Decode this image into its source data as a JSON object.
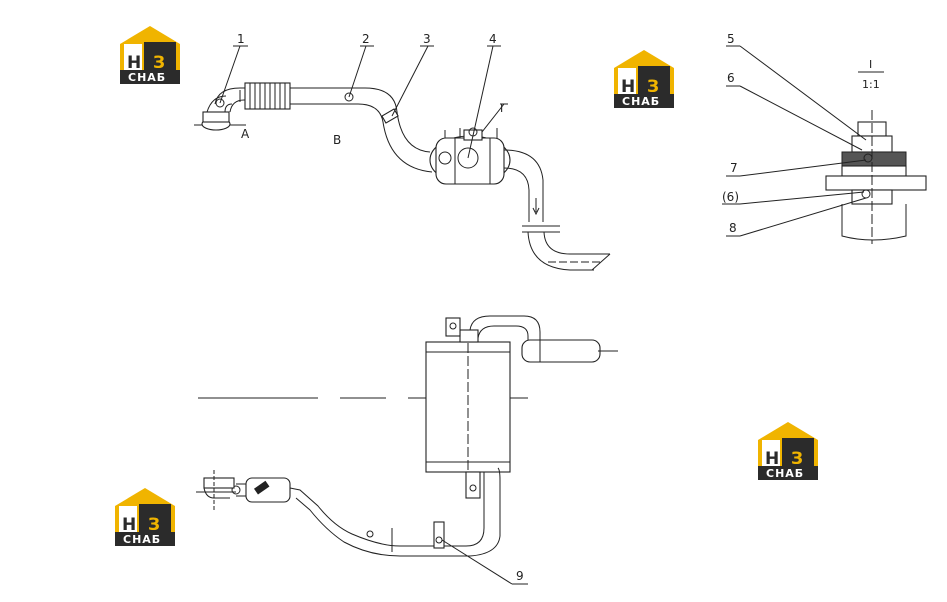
{
  "logo": {
    "name_text": "СНАБ",
    "mark_left": "Н",
    "mark_right": "З",
    "colors": {
      "yellow": "#f0b400",
      "dark": "#2b2b2b"
    }
  },
  "callouts": {
    "c1": "1",
    "c2": "2",
    "c3": "3",
    "c4": "4",
    "c5": "5",
    "c6": "6",
    "c6b": "(6)",
    "c7": "7",
    "c8": "8",
    "c9": "9"
  },
  "view_letters": {
    "a": "А",
    "b": "В"
  },
  "section": {
    "mark": "I",
    "scale": "1:1",
    "mark_small": "I"
  }
}
